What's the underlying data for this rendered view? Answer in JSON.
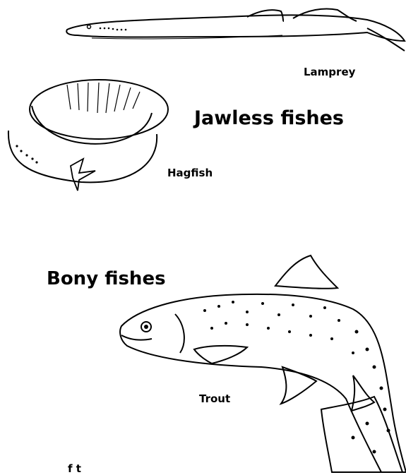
{
  "headings": {
    "jawless": "Jawless fishes",
    "bony": "Bony fishes"
  },
  "labels": {
    "lamprey": "Lamprey",
    "hagfish": "Hagfish",
    "trout": "Trout",
    "partial_bottom": "f t"
  },
  "colors": {
    "ink": "#000000",
    "background": "#ffffff"
  }
}
